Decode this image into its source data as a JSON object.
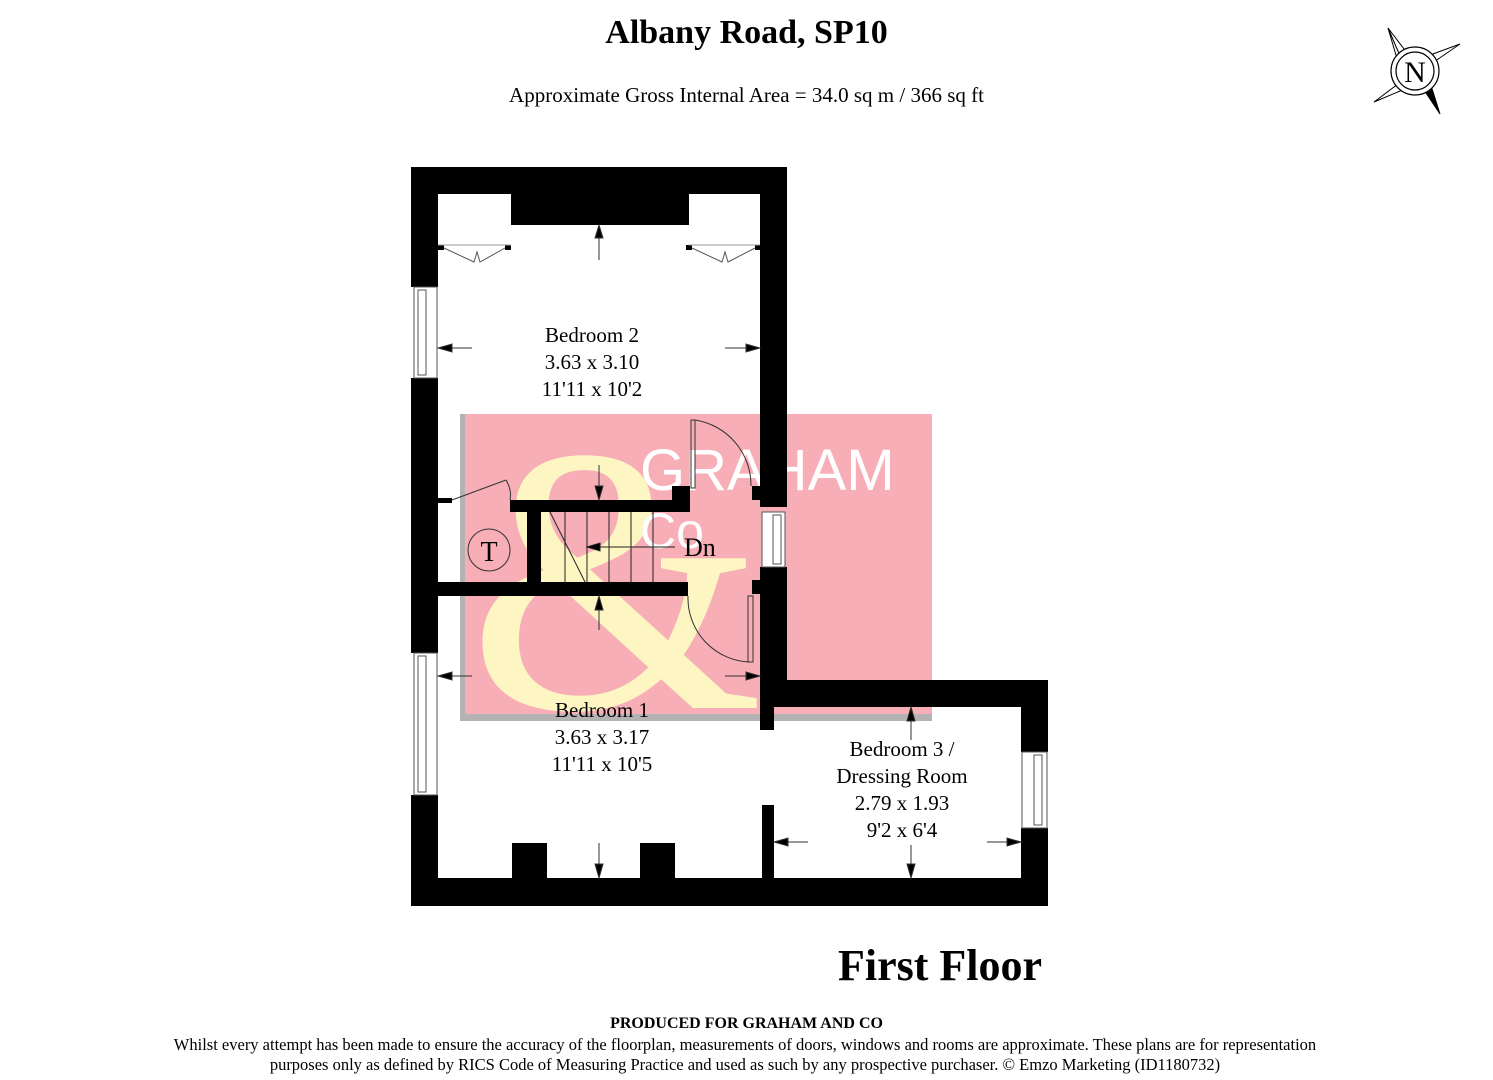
{
  "header": {
    "title": "Albany Road, SP10",
    "area": "Approximate Gross Internal Area = 34.0 sq m / 366 sq ft"
  },
  "compass": {
    "label": "N",
    "icon": "compass-rose-icon"
  },
  "floor": {
    "label": "First Floor"
  },
  "rooms": [
    {
      "name": "Bedroom 2",
      "metric": "3.63 x 3.10",
      "imperial": "11'11 x 10'2"
    },
    {
      "name": "Bedroom 1",
      "metric": "3.63 x 3.17",
      "imperial": "11'11 x 10'5"
    },
    {
      "name_line1": "Bedroom 3 /",
      "name_line2": "Dressing Room",
      "metric": "2.79 x 1.93",
      "imperial": "9'2 x 6'4"
    }
  ],
  "fixtures": {
    "tank": "T",
    "stairs": "Dn"
  },
  "watermark": {
    "line1": "GRAHAM",
    "line2": "Co",
    "symbol": "&",
    "bg_color": "#f7aeb6",
    "symbol_color": "#fdf6c3",
    "border_color": "#b3b3b3"
  },
  "footer": {
    "produced": "PRODUCED FOR GRAHAM AND CO",
    "disclaimer_line1": "Whilst every attempt has been made to ensure the accuracy of the floorplan, measurements of doors, windows and rooms are approximate. These plans are for representation",
    "disclaimer_line2": "purposes only as defined by RICS Code of Measuring Practice and used as such by any prospective purchaser. © Emzo Marketing (ID1180732)"
  }
}
